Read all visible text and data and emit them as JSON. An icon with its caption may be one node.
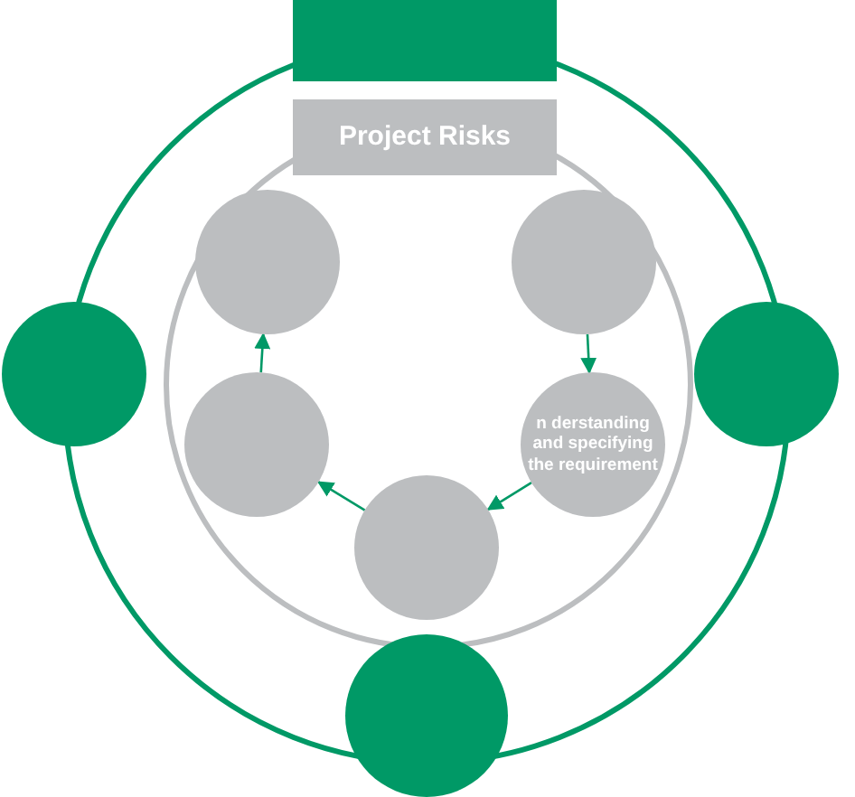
{
  "diagram": {
    "nodes": [
      {
        "text": [],
        "shape": "box"
      },
      {
        "text": [
          "Project Risks"
        ]
      },
      {
        "text": [],
        "shape": "circle"
      },
      {
        "text": [],
        "shape": "circle"
      },
      {
        "text": [],
        "shape": "circle"
      },
      {
        "text": [],
        "shape": "circle"
      },
      {
        "text": [],
        "shape": "circle"
      },
      {
        "text": [],
        "shape": "circle"
      },
      {
        "text": [
          "n derstanding and specifying the requirement"
        ]
      },
      {
        "text": [],
        "shape": "circle"
      }
    ],
    "edges": [
      {
        "from": 6,
        "to": 8,
        "arrow": "to"
      },
      {
        "from": 8,
        "to": 9,
        "arrow": "to"
      },
      {
        "from": 9,
        "to": 7,
        "arrow": "to"
      },
      {
        "from": 7,
        "to": 5,
        "arrow": "to"
      }
    ]
  }
}
